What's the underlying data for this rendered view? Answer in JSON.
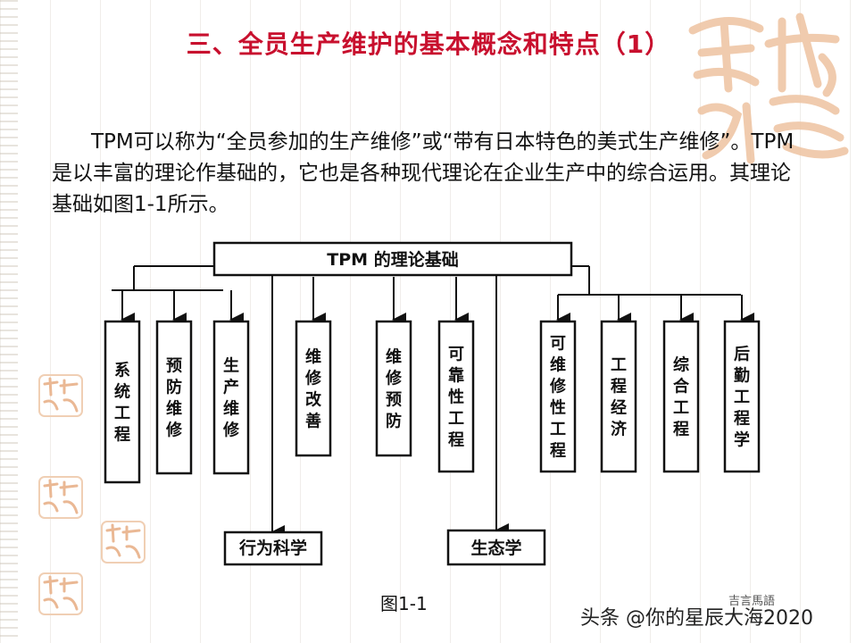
{
  "title": "三、全员生产维护的基本概念和特点（1）",
  "paragraph": "TPM可以称为“全员参加的生产维修”或“带有日本特色的美式生产维修”。TPM是以丰富的理论作基础的，它也是各种现代理论在企业生产中的综合运用。其理论基础如图1-1所示。",
  "diagram": {
    "root": "TPM 的理论基础",
    "top_boxes": [
      [
        "系",
        "统",
        "工",
        "程"
      ],
      [
        "预",
        "防",
        "维",
        "修"
      ],
      [
        "生",
        "产",
        "维",
        "修"
      ],
      [
        "维",
        "修",
        "改",
        "善"
      ],
      [
        "维",
        "修",
        "预",
        "防"
      ],
      [
        "可",
        "靠",
        "性",
        "工",
        "程"
      ],
      [
        "可",
        "维",
        "修",
        "性",
        "工",
        "程"
      ],
      [
        "工",
        "程",
        "经",
        "济"
      ],
      [
        "综",
        "合",
        "工",
        "程"
      ],
      [
        "后",
        "勤",
        "工",
        "程",
        "学"
      ]
    ],
    "bottom_boxes": [
      "行为科学",
      "生态学"
    ]
  },
  "caption": "图1-1",
  "watermark": "头条 @你的星辰大海2020",
  "watermark_small": "吉言馬語",
  "colors": {
    "title": "#c8102e",
    "seal": "#e8b98f"
  }
}
